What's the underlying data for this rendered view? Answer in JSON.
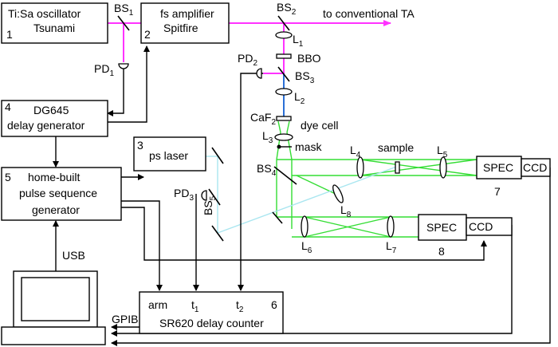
{
  "devices": {
    "oscillator": {
      "name": "Ti:Sa oscillator",
      "model": "Tsunami",
      "number": "1"
    },
    "amplifier": {
      "name": "fs amplifier",
      "model": "Spitfire",
      "number": "2"
    },
    "delay_generator": {
      "name": "DG645",
      "sub": "delay generator",
      "number": "4"
    },
    "ps_laser": {
      "name": "ps laser",
      "number": "3"
    },
    "pulse_generator": {
      "line1": "home-built",
      "line2": "pulse sequence",
      "line3": "generator",
      "number": "5"
    },
    "counter": {
      "name": "SR620 delay counter",
      "arm": "arm",
      "t1": "t",
      "t1_sub": "1",
      "t2": "t",
      "t2_sub": "2",
      "number": "6"
    },
    "spec7": {
      "spec": "SPEC",
      "ccd": "CCD",
      "number": "7"
    },
    "spec8": {
      "spec": "SPEC",
      "ccd": "CCD",
      "number": "8"
    }
  },
  "optics": {
    "bs1": {
      "base": "BS",
      "sub": "1"
    },
    "bs2": {
      "base": "BS",
      "sub": "2"
    },
    "bs3": {
      "base": "BS",
      "sub": "3"
    },
    "bs4": {
      "base": "BS",
      "sub": "4"
    },
    "bs5": {
      "base": "BS",
      "sub": "5"
    },
    "pd1": {
      "base": "PD",
      "sub": "1"
    },
    "pd2": {
      "base": "PD",
      "sub": "2"
    },
    "pd3": {
      "base": "PD",
      "sub": "3"
    },
    "l1": {
      "base": "L",
      "sub": "1"
    },
    "l2": {
      "base": "L",
      "sub": "2"
    },
    "l3": {
      "base": "L",
      "sub": "3"
    },
    "l4": {
      "base": "L",
      "sub": "4"
    },
    "l5": {
      "base": "L",
      "sub": "5"
    },
    "l6": {
      "base": "L",
      "sub": "6"
    },
    "l7": {
      "base": "L",
      "sub": "7"
    },
    "l8": {
      "base": "L",
      "sub": "8"
    },
    "bbo": "BBO",
    "caf2": {
      "base": "CaF",
      "sub": "2"
    },
    "dye_cell": "dye cell",
    "mask": "mask",
    "sample": "sample"
  },
  "labels": {
    "to_ta": "to conventional TA",
    "usb": "USB",
    "gpib": "GPIB"
  },
  "colors": {
    "fundamental": "#ff33ff",
    "second_harmonic": "#2a6fd6",
    "white_light": "#33dd33",
    "ps_beam": "#a9e6f0"
  }
}
